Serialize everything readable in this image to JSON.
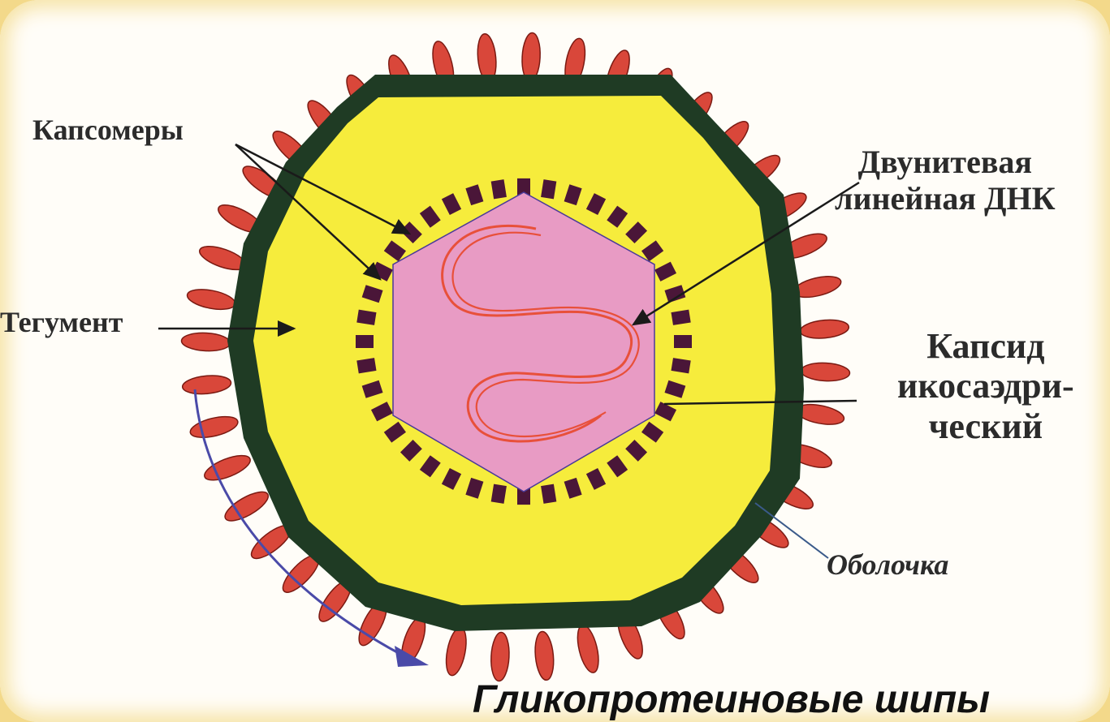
{
  "labels": {
    "capsomeres": "Капсомеры",
    "dna_line1": "Двунитевая",
    "dna_line2": "линейная ДНК",
    "tegument": "Тегумент",
    "capsid_line1": "Капсид",
    "capsid_line2": "икосаэдри-",
    "capsid_line3": "ческий",
    "envelope": "Оболочка",
    "spikes": "Гликопротеиновые шипы"
  },
  "colors": {
    "spike": "#d9473a",
    "spike_outline": "#7a1a12",
    "envelope": "#1f3b24",
    "tegument": "#f6ec3c",
    "capsid": "#e89bc4",
    "capsomere": "#4a1638",
    "dna": "#e8503a",
    "arrow": "#1a1a1a",
    "blue_arrow": "#4a4aa8"
  }
}
